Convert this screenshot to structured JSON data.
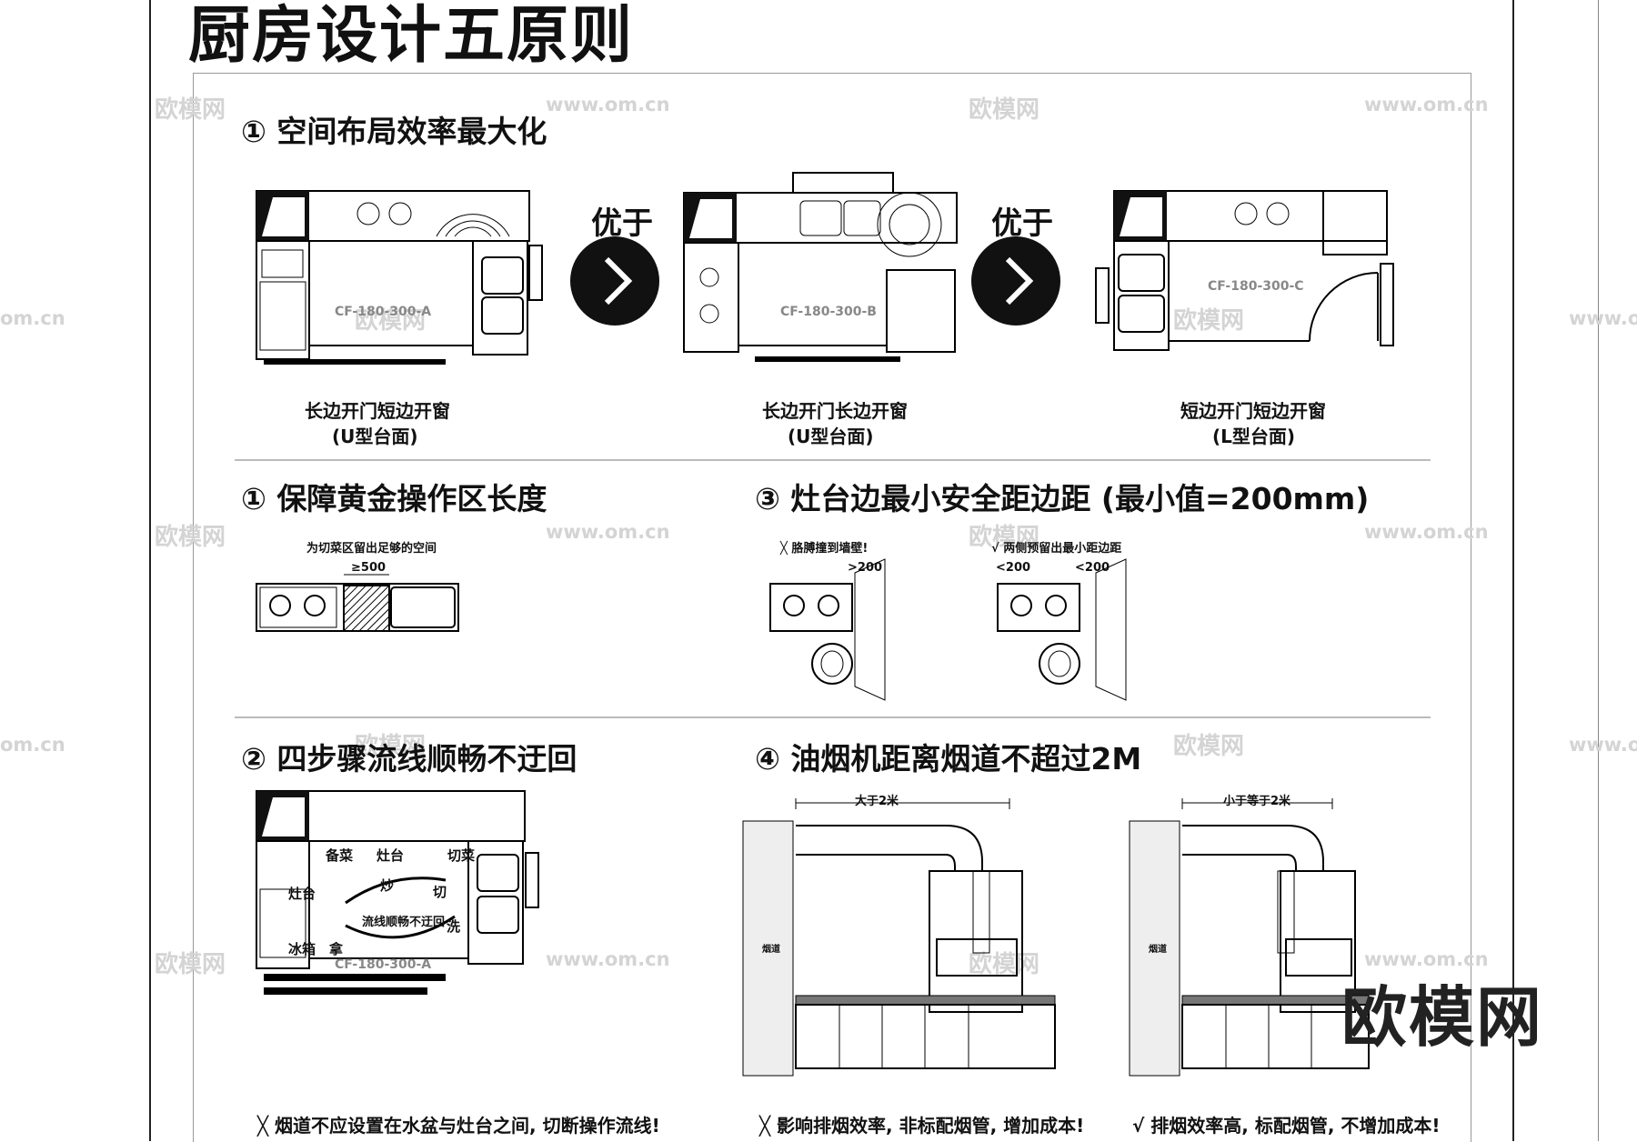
{
  "title": "厨房设计五原则",
  "watermark": {
    "text": "欧模网",
    "url": "www.om.cn",
    "url_partial": "om.cn"
  },
  "brand": "欧模网",
  "section1": {
    "title": "① 空间布局效率最大化",
    "better_than": "优于",
    "layouts": [
      {
        "code": "CF-180-300-A",
        "caption_line1": "长边开门短边开窗",
        "caption_line2": "(U型台面)"
      },
      {
        "code": "CF-180-300-B",
        "caption_line1": "长边开门长边开窗",
        "caption_line2": "(U型台面)"
      },
      {
        "code": "CF-180-300-C",
        "caption_line1": "短边开门短边开窗",
        "caption_line2": "(L型台面)"
      }
    ]
  },
  "section2": {
    "title": "① 保障黄金操作区长度",
    "note": "为切菜区留出足够的空间",
    "dim": "≥500"
  },
  "section3": {
    "title": "③ 灶台边最小安全距边距 (最小值=200mm)",
    "bad_note": "╳ 胳膊撞到墙壁!",
    "good_note": "√ 两侧预留出最小距边距",
    "dim_right": ">200",
    "dim_left": "<200",
    "dim_right2": "<200"
  },
  "section4": {
    "title": "② 四步骤流线顺畅不迂回",
    "labels": {
      "prep": "备菜",
      "stove": "灶台",
      "cut": "切菜",
      "stove2": "灶台",
      "fridge": "冰箱",
      "take": "拿",
      "fry": "炒",
      "chop": "切",
      "wash": "洗",
      "flow": "流线顺畅不迂回",
      "code": "CF-180-300-A"
    },
    "note": "╳ 烟道不应设置在水盆与灶台之间, 切断操作流线!"
  },
  "section5": {
    "title": "④ 油烟机距离烟道不超过2M",
    "dim_left": "大于2米",
    "dim_right": "小于等于2米",
    "flue_label": "烟道",
    "bad_note": "╳ 影响排烟效率, 非标配烟管, 增加成本!",
    "good_note": "√ 排烟效率高, 标配烟管, 不增加成本!"
  }
}
